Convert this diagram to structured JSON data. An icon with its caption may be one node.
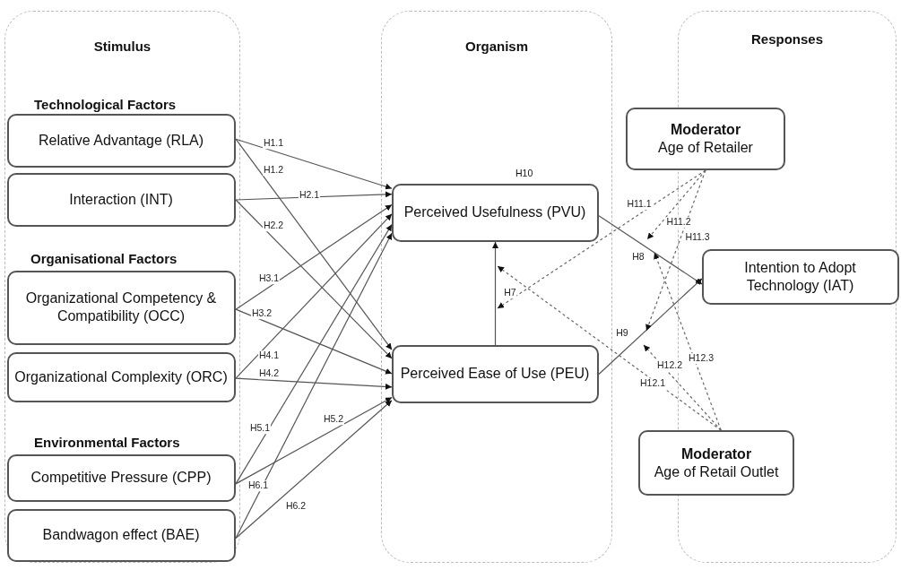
{
  "diagram": {
    "nodes": [
      {
        "text": [
          "Stimulus"
        ]
      },
      {
        "text": [
          "Organism"
        ]
      },
      {
        "text": [
          "Responses"
        ]
      },
      {
        "text": [
          "Relative Advantage (RLA)"
        ],
        "in": 0
      },
      {
        "text": [
          "Interaction (INT)"
        ],
        "in": 0
      },
      {
        "text": [
          "Organizational Competency & Compatibility (OCC)"
        ],
        "in": 0
      },
      {
        "text": [
          "Organizational Complexity (ORC)"
        ],
        "in": 0
      },
      {
        "text": [
          "Competitive Pressure (CPP)"
        ],
        "in": 0
      },
      {
        "text": [
          "Bandwagon effect (BAE)"
        ],
        "in": 0
      },
      {
        "text": [
          "Perceived Usefulness (PVU)"
        ],
        "in": 1
      },
      {
        "text": [
          "Perceived Ease of Use (PEU)"
        ],
        "in": 1
      },
      {
        "text": [
          "Moderator",
          "Age of Retailer"
        ]
      },
      {
        "text": [
          "Intention to Adopt Technology (IAT)"
        ],
        "in": 2
      },
      {
        "text": [
          "Moderator",
          "Age of Retail Outlet"
        ]
      }
    ],
    "edges": [
      {
        "from": 3,
        "to": 9,
        "arrow": "to",
        "label": "H1.1"
      },
      {
        "from": 3,
        "to": 10,
        "arrow": "to",
        "label": "H1.2"
      },
      {
        "from": 4,
        "to": 9,
        "arrow": "to",
        "label": "H2.1"
      },
      {
        "from": 4,
        "to": 10,
        "arrow": "to",
        "label": "H2.2"
      },
      {
        "from": 5,
        "to": 9,
        "arrow": "to",
        "label": "H3.1"
      },
      {
        "from": 5,
        "to": 10,
        "arrow": "to",
        "label": "H3.2"
      },
      {
        "from": 6,
        "to": 9,
        "arrow": "to",
        "label": "H4.1"
      },
      {
        "from": 6,
        "to": 10,
        "arrow": "to",
        "label": "H4.2"
      },
      {
        "from": 7,
        "to": 9,
        "arrow": "to",
        "label": "H5.1"
      },
      {
        "from": 7,
        "to": 10,
        "arrow": "to",
        "label": "H5.2"
      },
      {
        "from": 8,
        "to": 9,
        "arrow": "to",
        "label": "H6.1"
      },
      {
        "from": 8,
        "to": 10,
        "arrow": "to",
        "label": "H6.2"
      },
      {
        "from": 10,
        "to": 9,
        "arrow": "to",
        "label": "H7"
      },
      {
        "from": 9,
        "to": 12,
        "arrow": "to",
        "label": "H8"
      },
      {
        "from": 10,
        "to": 12,
        "arrow": "to",
        "label": "H9"
      },
      {
        "from": 11,
        "to": null,
        "arrow": "to",
        "label": "H11.1",
        "style": "dashed"
      },
      {
        "from": 11,
        "to": null,
        "arrow": "to",
        "label": "H11.2",
        "style": "dashed"
      },
      {
        "from": 11,
        "to": null,
        "arrow": "to",
        "label": "H11.3",
        "style": "dashed"
      },
      {
        "from": 13,
        "to": null,
        "arrow": "to",
        "label": "H12.1",
        "style": "dashed"
      },
      {
        "from": 13,
        "to": null,
        "arrow": "to",
        "label": "H12.2",
        "style": "dashed"
      },
      {
        "from": 13,
        "to": null,
        "arrow": "to",
        "label": "H12.3",
        "style": "dashed"
      }
    ],
    "labels": [
      "Technological Factors",
      "H10",
      "Organisational Factors",
      "Environmental Factors"
    ]
  }
}
